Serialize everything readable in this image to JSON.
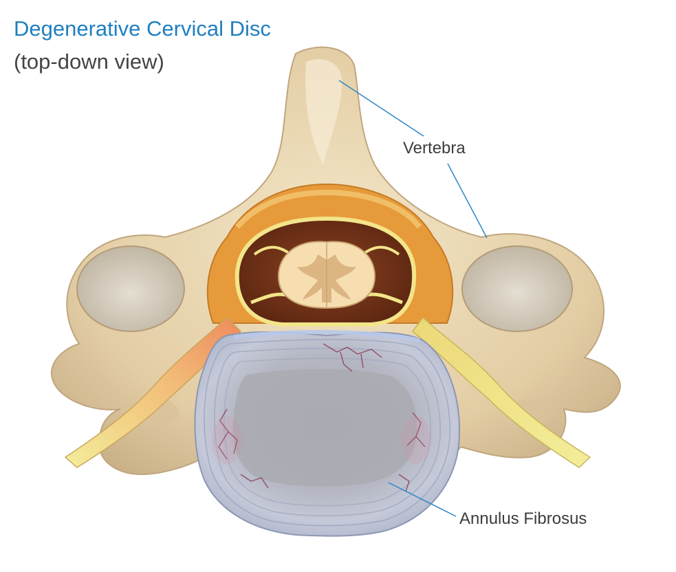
{
  "title": "Degenerative Cervical Disc",
  "subtitle": "(top-down view)",
  "labels": {
    "vertebra": "Vertebra",
    "annulus": "Annulus Fibrosus"
  },
  "colors": {
    "title": "#1f7fc0",
    "subtitle": "#444444",
    "label_text": "#3c3c3c",
    "leader_line": "#2a86c6",
    "bone": "#e6d3ad",
    "bone_shadow": "#c9b088",
    "bone_hollow": "#d4ccbc",
    "fat": "#e79a3a",
    "canal_dark": "#7a3a1c",
    "dura_ring": "#f2e58a",
    "spinal_cord": "#f6deb0",
    "grey_matter": "#d9b07e",
    "nerve": "#efe58c",
    "nerve_inflamed": "#f0a070",
    "disc": "#c7cbd8",
    "disc_nucleus": "#a9aab2",
    "disc_rings": "#9aa3bd",
    "disc_cracks": "#8a3a55"
  }
}
